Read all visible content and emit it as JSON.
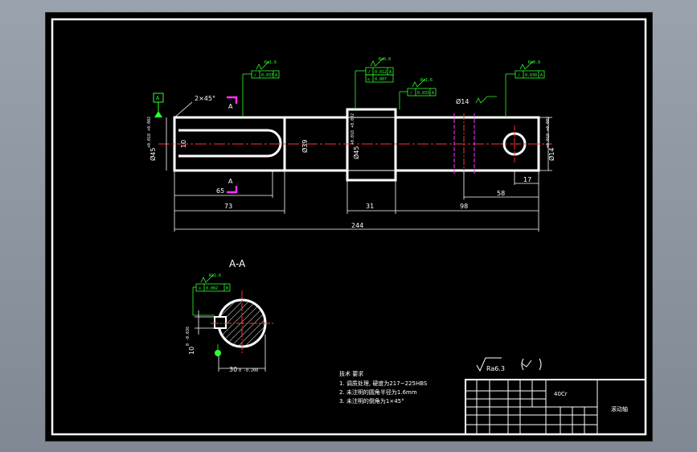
{
  "drawing": {
    "datum_label": "A",
    "chamfer_label": "2×45°",
    "section_mark_top": "A",
    "section_mark_bottom": "A",
    "keyway_width": "10",
    "dims": {
      "d_left": "Ø45",
      "d_left_tol": "+0.018 +0.002",
      "d_mid": "Ø39",
      "d_collar": "Ø45",
      "d_collar_tol": "+0.018 +0.002",
      "d_right_fit": "Ø14",
      "d_right": "Ø14",
      "d_right_tol": "+0.018 +0.002",
      "len_keyway": "65",
      "len_left": "73",
      "len_collar": "31",
      "len_right": "98",
      "len_hole_pos": "58",
      "len_hole_end": "17",
      "len_total": "244"
    },
    "gdt": [
      {
        "rough": "Ra1.6",
        "sym": "/",
        "val": "0.037",
        "datum": "A"
      },
      {
        "rough": "Ra0.8",
        "sym": "/",
        "val": "0.012",
        "datum": "A"
      },
      {
        "rough": "",
        "sym": "◎",
        "val": "0.007",
        "datum": ""
      },
      {
        "rough": "Ra1.6",
        "sym": "/",
        "val": "0.033",
        "datum": "A"
      },
      {
        "rough": "Ra0.8",
        "sym": "/",
        "val": "0.030",
        "datum": "A"
      }
    ],
    "section": {
      "title": "A-A",
      "gdt_rough": "Ra1.6",
      "gdt_sym": "≡",
      "gdt_val": "0.002",
      "gdt_datum": "B",
      "key_width": "10",
      "key_tol": "0 -0.036",
      "depth": "30",
      "depth_tol": "0 -0.200"
    },
    "general_roughness": "Ra6.3",
    "notes_title": "技术 要求",
    "notes": [
      "1. 调质处理, 硬度为217~225HBS",
      "2. 未注明的圆角半径为1.6mm",
      "3. 未注明的倒角为1×45°"
    ],
    "title_block": {
      "material": "40Cr",
      "part_name": "滚动轴"
    }
  }
}
